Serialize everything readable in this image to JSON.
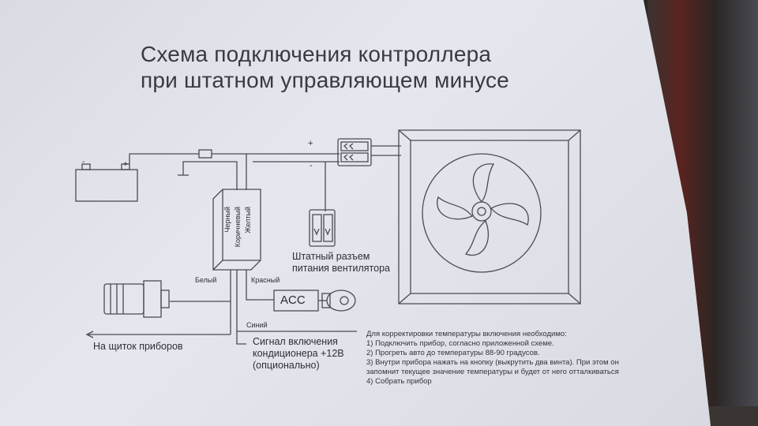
{
  "title": {
    "line1": "Схема подключения контроллера",
    "line2": "при штатном управляющем минусе"
  },
  "wire_colors": {
    "black": "Черный",
    "brown": "Коричневый",
    "yellow": "Желтый",
    "white": "Белый",
    "red": "Красный",
    "blue": "Синий"
  },
  "polarity": {
    "plus": "+",
    "minus": "-"
  },
  "labels": {
    "acc": "ACC",
    "fan_connector_line1": "Штатный разъем",
    "fan_connector_line2": "питания вентилятора",
    "dashboard": "На щиток приборов",
    "ac_signal_line1": "Сигнал включения",
    "ac_signal_line2": "кондиционера +12В",
    "ac_signal_line3": "(опционально)"
  },
  "notes": {
    "header": "Для корректировки температуры включения необходимо:",
    "items": [
      "1) Подключить прибор, согласно приложенной схеме.",
      "2) Прогреть авто до температуры 88-90 градусов.",
      "3) Внутри прибора нажать на кнопку (выкрутить два винта). При этом он",
      "запомнит текущее значение температуры и будет от него отталкиваться",
      "4) Собрать прибор"
    ]
  }
}
